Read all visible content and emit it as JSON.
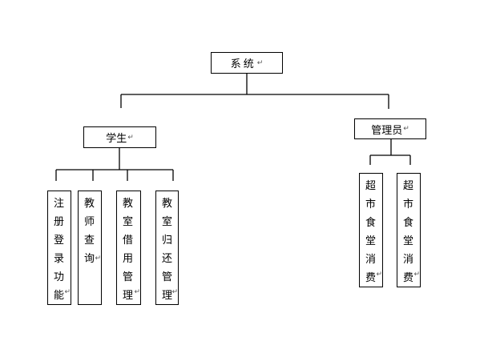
{
  "nodes": {
    "root": {
      "label": "系统"
    },
    "student": {
      "label": "学生"
    },
    "admin": {
      "label": "管理员"
    },
    "leaves": [
      {
        "label": "注册登录功能",
        "chars": [
          "注",
          "册",
          "登",
          "录",
          "功",
          "能"
        ]
      },
      {
        "label": "教师查询",
        "chars": [
          "教",
          "师",
          "查",
          "询"
        ]
      },
      {
        "label": "教室借用管理",
        "chars": [
          "教",
          "室",
          "借",
          "用",
          "管",
          "理"
        ]
      },
      {
        "label": "教室归还管理",
        "chars": [
          "教",
          "室",
          "归",
          "还",
          "管",
          "理"
        ]
      },
      {
        "label": "超市食堂消费",
        "chars": [
          "超",
          "市",
          "食",
          "堂",
          "消",
          "费"
        ]
      },
      {
        "label": "超市食堂消费",
        "chars": [
          "超",
          "市",
          "食",
          "堂",
          "消",
          "费"
        ]
      }
    ]
  },
  "paragraph_mark": "↵",
  "colors": {
    "line": "#000000",
    "box_border": "#000000",
    "paragraph_mark": "#555555"
  }
}
